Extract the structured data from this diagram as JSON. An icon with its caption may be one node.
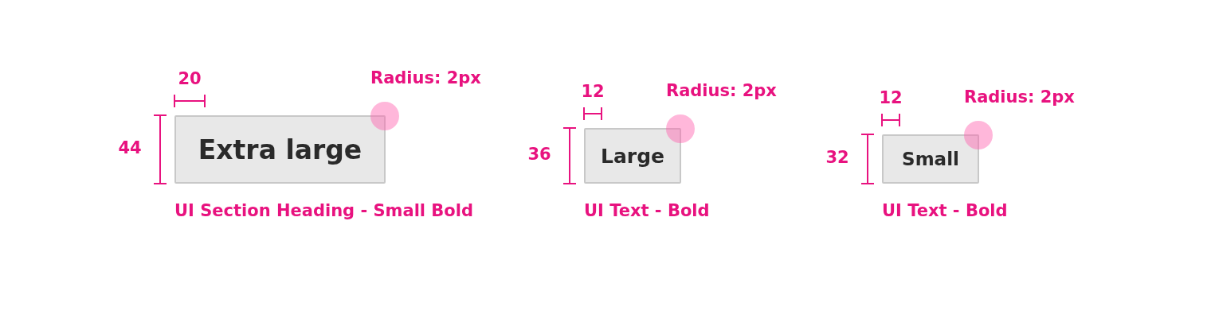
{
  "diagram": {
    "nodes": [
      {
        "text": [
          "Extra large"
        ],
        "beside": [
          "UI Section Heading - Small Bold"
        ]
      },
      {
        "text": [
          "Large"
        ],
        "beside": [
          "UI Text - Bold"
        ]
      },
      {
        "text": [
          "Small"
        ],
        "beside": [
          "UI Text - Bold"
        ]
      }
    ],
    "edges": [],
    "labels": [
      "20",
      "Radius: 2px",
      "44",
      "12",
      "Radius: 2px",
      "36",
      "12",
      "Radius: 2px",
      "32"
    ]
  }
}
